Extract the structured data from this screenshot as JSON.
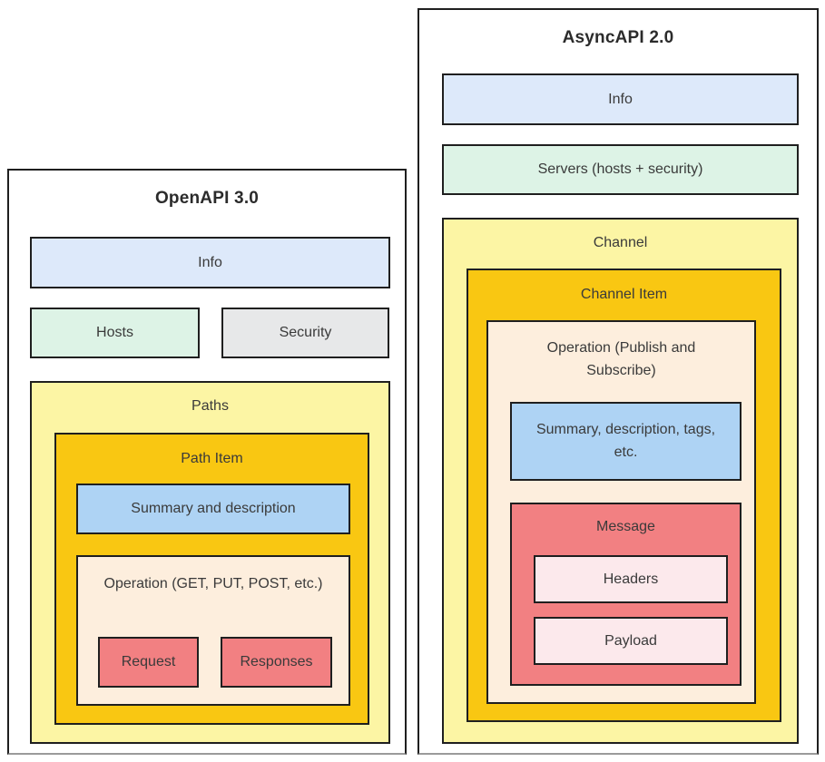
{
  "diagram": {
    "left_panel": {
      "title": "OpenAPI 3.0",
      "info_label": "Info",
      "hosts_label": "Hosts",
      "security_label": "Security",
      "paths_label": "Paths",
      "path_item_label": "Path Item",
      "summary_label": "Summary and description",
      "operation_label": "Operation (GET, PUT, POST, etc.)",
      "request_label": "Request",
      "responses_label": "Responses"
    },
    "right_panel": {
      "title": "AsyncAPI 2.0",
      "info_label": "Info",
      "servers_label": "Servers (hosts + security)",
      "channel_label": "Channel",
      "channel_item_label": "Channel Item",
      "operation_label": "Operation (Publish and Subscribe)",
      "summary_label": "Summary, description, tags, etc.",
      "message_label": "Message",
      "headers_label": "Headers",
      "payload_label": "Payload"
    },
    "colors": {
      "info_blue": "#dde9fa",
      "mint_green": "#ddf3e6",
      "light_gray": "#e7e8e9",
      "pale_yellow": "#fcf5a4",
      "gold": "#f9c712",
      "peach": "#fdeedd",
      "summary_blue": "#aed3f4",
      "salmon_red": "#f28082",
      "pale_pink": "#fce9ec",
      "border_black": "#1f1f1f"
    }
  }
}
